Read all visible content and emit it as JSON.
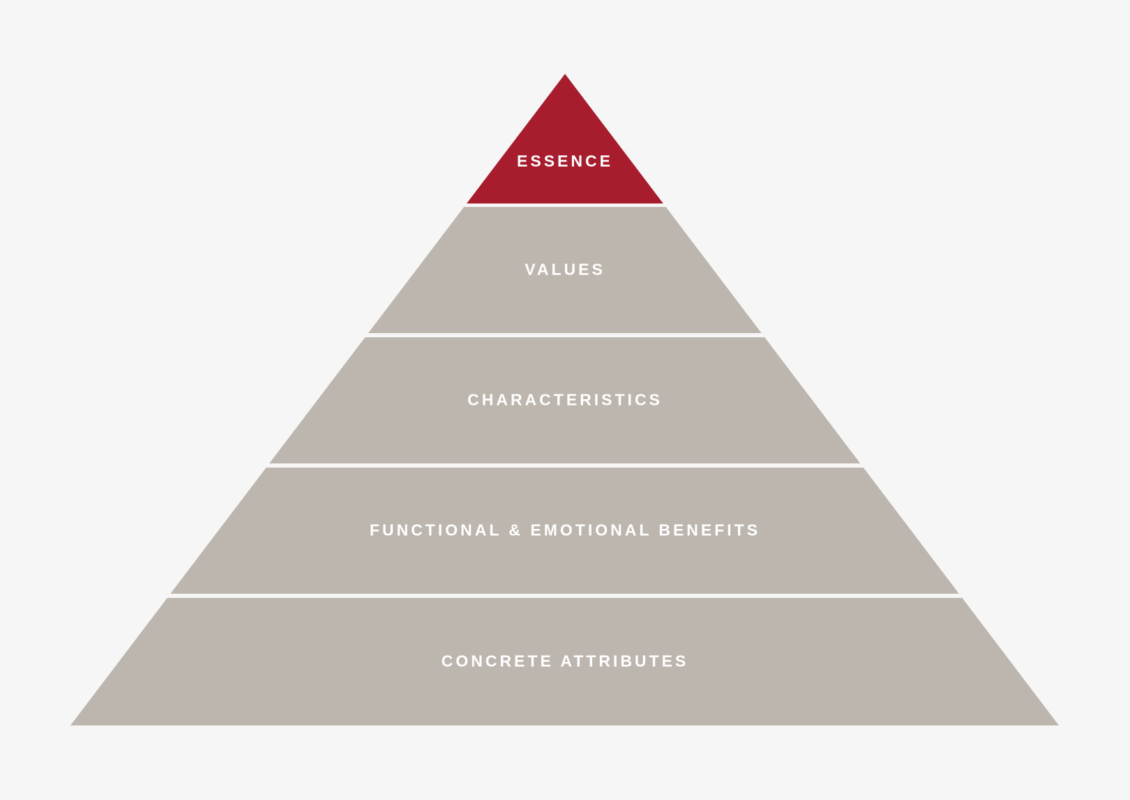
{
  "pyramid": {
    "layers": [
      {
        "label": "ESSENCE",
        "color": "#a71d2e",
        "highlighted": true
      },
      {
        "label": "VALUES",
        "color": "#bdb6ae",
        "highlighted": false
      },
      {
        "label": "CHARACTERISTICS",
        "color": "#bdb6ae",
        "highlighted": false
      },
      {
        "label": "FUNCTIONAL & EMOTIONAL BENEFITS",
        "color": "#bdb6ae",
        "highlighted": false
      },
      {
        "label": "CONCRETE ATTRIBUTES",
        "color": "#bdb6ae",
        "highlighted": false
      }
    ],
    "background": "#f5f6f5",
    "divider_color": "#ffffff"
  }
}
